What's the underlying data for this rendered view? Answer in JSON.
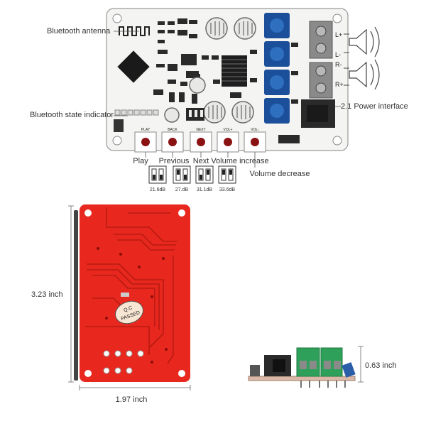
{
  "callouts": {
    "bluetooth_antenna": "Bluetooth antenna",
    "bluetooth_state_indicator": "Bluetooth state indicator",
    "power_interface": "2.1 Power interface",
    "play": "Play",
    "previous": "Previous",
    "next": "Next",
    "volume_increase": "Volume increase",
    "volume_decrease": "Volume decrease"
  },
  "buttons": {
    "play": "PLAY",
    "back": "BACK",
    "next": "NEXT",
    "vol_plus": "VOL+",
    "vol_minus": "VOL-"
  },
  "channels": {
    "l_plus": "L+",
    "l_minus": "L-",
    "r_minus": "R-",
    "r_plus": "R+"
  },
  "gain_settings": [
    "21.6dB",
    "27.dB",
    "31.1dB",
    "33.6dB"
  ],
  "dimensions": {
    "height": "3.23 inch",
    "width": "1.97 inch",
    "thickness": "0.63 inch"
  },
  "stamp_text": [
    "Q.C",
    "PASSED"
  ],
  "colors": {
    "board_white": "#f4f4f2",
    "board_red": "#e8281e",
    "potentiometer_blue": "#1c4f9a",
    "terminal_green": "#2fa05a",
    "terminal_blue": "#2a5ea8"
  },
  "icons": [
    "speaker-icon",
    "speaker-icon",
    "power-jack",
    "potentiometer",
    "screw-terminal"
  ]
}
